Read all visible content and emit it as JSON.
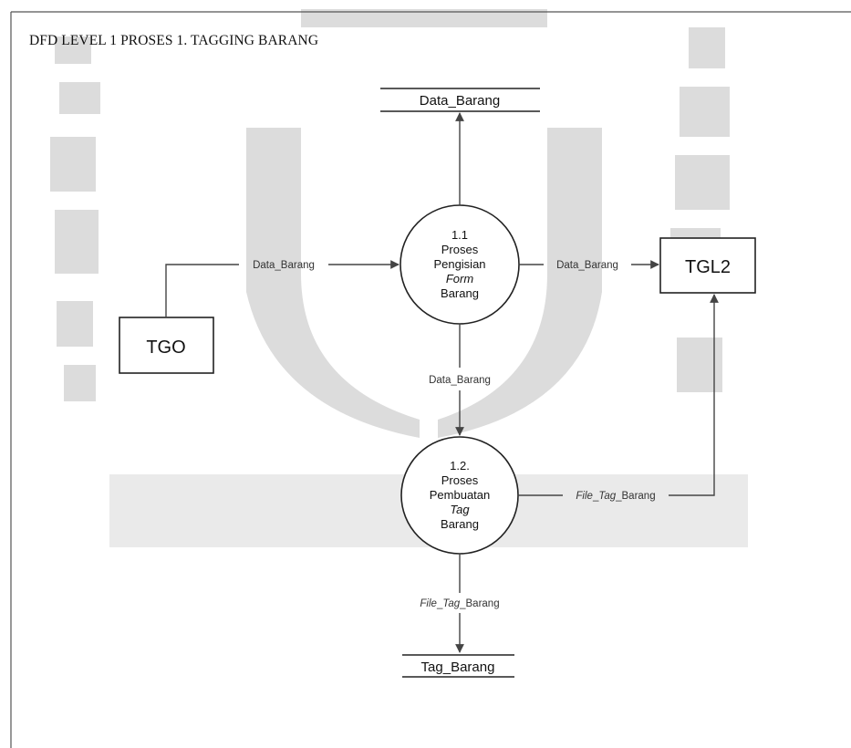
{
  "page": {
    "title": "DFD LEVEL 1 PROSES 1. TAGGING BARANG"
  },
  "colors": {
    "line": "#444444",
    "text": "#111111",
    "watermark": "#d0d0d0"
  },
  "entities": {
    "tgo": "TGO",
    "tgl2": "TGL2"
  },
  "stores": {
    "data_barang": "Data_Barang",
    "tag_barang": "Tag_Barang"
  },
  "processes": {
    "p1": {
      "number": "1.1",
      "line1": "Proses",
      "line2": "Pengisian",
      "line3": "Form",
      "line4": "Barang"
    },
    "p2": {
      "number": "1.2.",
      "line1": "Proses",
      "line2": "Pembuatan",
      "line3": "Tag",
      "line4": "Barang"
    }
  },
  "flows": {
    "tgo_to_p1": "Data_Barang",
    "p1_to_tgl2": "Data_Barang",
    "p1_to_p2": "Data_Barang",
    "p2_to_tgl2": {
      "part1": "File",
      "sep1": "_",
      "part2": "Tag",
      "part3": "_Barang"
    },
    "p2_to_store": {
      "part1": "File",
      "sep1": "_",
      "part2": "Tag",
      "part3": "_Barang"
    }
  }
}
